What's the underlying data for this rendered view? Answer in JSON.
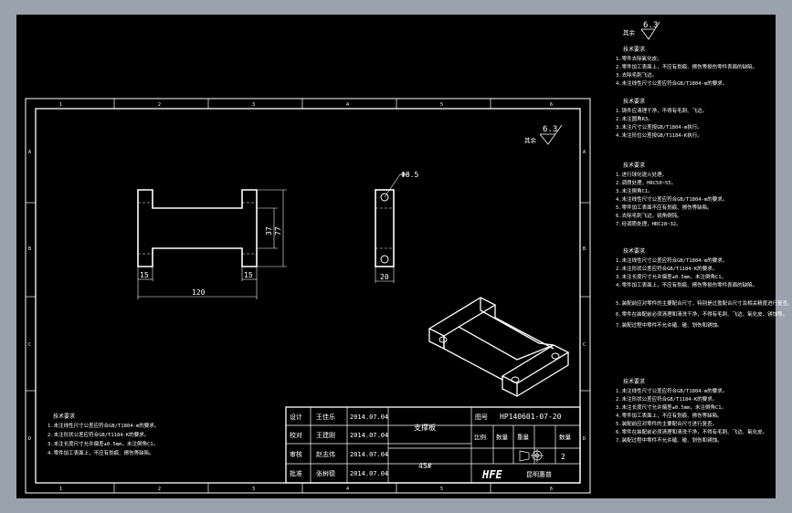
{
  "roughness_top": {
    "value": "6.3",
    "label": "其余"
  },
  "roughness_frame": {
    "value": "6.3",
    "label": "其余"
  },
  "zone_letters": [
    "A",
    "B",
    "C",
    "D"
  ],
  "zone_numbers": [
    "1",
    "2",
    "3",
    "4",
    "5",
    "6"
  ],
  "notes_blocks": [
    {
      "title": "技术要求",
      "lines": [
        "1.零件去除氧化皮。",
        "2.零件加工表面上，不应有划痕、擦伤等损伤零件表面的缺陷。",
        "3.去除毛刺飞边。",
        "4.未注线性尺寸公差应符合GB/T1804-m的要求。"
      ]
    },
    {
      "title": "技术要求",
      "lines": [
        "1.铸件应清理干净，不得有毛刺、飞边。",
        "2.未注圆角R3。",
        "3.未注尺寸公差按GB/T1804-m执行。",
        "4.未注形位公差按GB/T1184-K执行。"
      ]
    },
    {
      "title": "技术要求",
      "lines": [
        "1.进行球化退火处理。",
        "2.调质处理，HRC50~55。",
        "3.未注倒角C1。",
        "4.未注线性尺寸公差应符合GB/T1804-m的要求。",
        "5.零件加工表面不应有划痕、擦伤等缺陷。",
        "6.去除毛刺飞边，锐角倒钝。",
        "7.经调质处理，HRC28~32。"
      ]
    },
    {
      "title": "技术要求",
      "lines": [
        "1.未注线性尺寸公差应符合GB/T1804-m的要求。",
        "2.未注形状公差应符合GB/T1184-K的要求。",
        "3.未注长度尺寸允许偏差±0.5mm，未注倒角C1。",
        "4.零件加工表面上，不应有划痕、擦伤等损伤零件表面的缺陷。",
        "5.装配前应对零件的主要配合尺寸，特别是过盈配合尺寸及相关精度进行复查。",
        "6.零件在装配前必须清理和清洗干净，不得有毛刺、飞边、氧化皮、锈蚀等。",
        "7.装配过程中零件不允许磕、碰、划伤和锈蚀。"
      ]
    },
    {
      "title": "技术要求",
      "lines": [
        "1.未注线性尺寸公差应符合GB/T1804-m的要求。",
        "2.未注形状公差应符合GB/T1184-K的要求。",
        "3.未注长度尺寸允许偏差±0.5mm，未注倒角C1。",
        "4.零件加工表面上，不应有划痕、擦伤等缺陷。",
        "5.装配前应对零件的主要配合尺寸进行复查。",
        "6.零件在装配前必须清理和清洗干净，不得有毛刺、飞边、氧化皮。",
        "7.装配过程中零件不允许磕、碰、划伤和锈蚀。"
      ]
    }
  ],
  "frame_notes": {
    "title": "技术要求",
    "lines": [
      "1.未注线性尺寸公差应符合GB/T1804-m的要求。",
      "2.未注形状公差应符合GB/T1184-K的要求。",
      "3.未注长度尺寸允许偏差±0.5mm，未注倒角C1。",
      "4.零件加工表面上，不应有划痕、擦伤等缺陷。"
    ]
  },
  "dims": {
    "hole": "Φ8.5",
    "inner_height": "37",
    "outer_height": "77",
    "left_leg": "15",
    "right_leg": "15",
    "overall_width": "120",
    "side_width": "20"
  },
  "title_block": {
    "roles": [
      "设计",
      "校对",
      "审核",
      "批准"
    ],
    "names": [
      "王佳乐",
      "王建刚",
      "赵志伟",
      "张树德"
    ],
    "dates": [
      "2014.07.04",
      "2014.07.04",
      "2014.07.04",
      "2014.07.04"
    ],
    "part_name": "支撑板",
    "material": "45#",
    "drawing_no_label": "图号",
    "drawing_no": "HP140601-07-20",
    "ratio_label": "比例",
    "qty_label": "数量",
    "sheet_label": "重量",
    "sheet_value": "2",
    "logo": "HFE",
    "company": "昆明惠普"
  }
}
